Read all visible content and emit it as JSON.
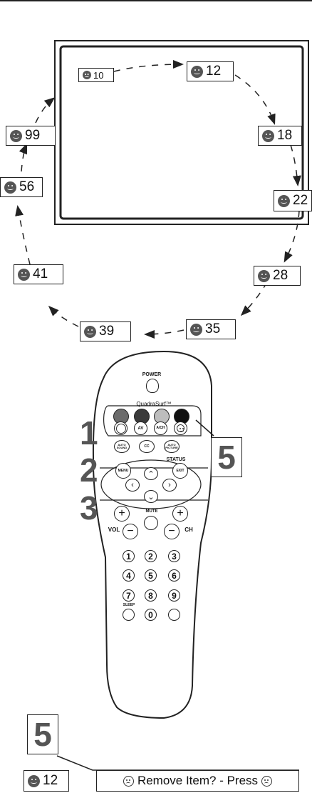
{
  "channels": [
    {
      "id": "10",
      "label": "10"
    },
    {
      "id": "12",
      "label": "12"
    },
    {
      "id": "18",
      "label": "18"
    },
    {
      "id": "22",
      "label": "22"
    },
    {
      "id": "28",
      "label": "28"
    },
    {
      "id": "35",
      "label": "35"
    },
    {
      "id": "39",
      "label": "39"
    },
    {
      "id": "41",
      "label": "41"
    },
    {
      "id": "56",
      "label": "56"
    },
    {
      "id": "99",
      "label": "99"
    }
  ],
  "remote": {
    "power": "POWER",
    "quadrasurf": "QuadraSurf™",
    "av": "AV",
    "ach": "A/CH",
    "auto_sound": "AUTO SOUND",
    "cc": "CC",
    "auto_picture": "AUTO PICTURE",
    "status": "STATUS",
    "menu": "MENU",
    "exit": "EXIT",
    "mute": "MUTE",
    "vol": "VOL",
    "ch": "CH",
    "sleep": "SLEEP",
    "digits": [
      "1",
      "2",
      "3",
      "4",
      "5",
      "6",
      "7",
      "8",
      "9",
      "0"
    ]
  },
  "steps": {
    "s1": "1",
    "s2": "2",
    "s3": "3",
    "s5a": "5",
    "s5b": "5"
  },
  "bottom": {
    "channel": "12",
    "prompt_text": "Remove Item? - Press"
  },
  "colors": {
    "button_gray": "#6b6b6b",
    "button_dark": "#3a3a3a",
    "button_light": "#bdbdbd",
    "button_black": "#111111"
  }
}
